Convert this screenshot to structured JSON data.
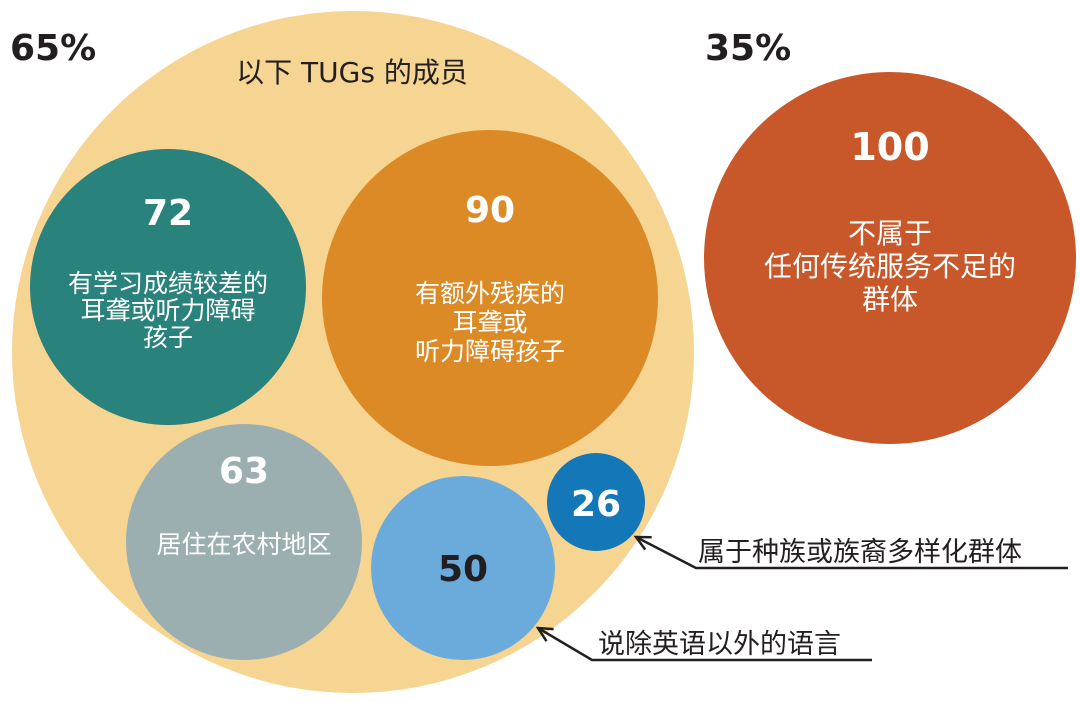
{
  "chart_data": {
    "type": "bubble",
    "title": "",
    "group_shares": [
      {
        "label": "65%",
        "group": "tug_members"
      },
      {
        "label": "35%",
        "group": "not_underserved"
      }
    ],
    "container_label": "以下 TUGs 的成员",
    "bubbles": [
      {
        "id": "academic",
        "value": 72,
        "label_lines": [
          "有学习成绩较差的",
          "耳聋或听力障碍",
          "孩子"
        ],
        "color": "#2A827D",
        "text_color": "#FFFFFF",
        "group": "tug_members"
      },
      {
        "id": "disability",
        "value": 90,
        "label_lines": [
          "有额外残疾的",
          "耳聋或",
          "听力障碍孩子"
        ],
        "color": "#DC8A26",
        "text_color": "#FFFFFF",
        "group": "tug_members"
      },
      {
        "id": "rural",
        "value": 63,
        "label_lines": [
          "居住在农村地区"
        ],
        "color": "#9CAFB0",
        "text_color": "#FFFFFF",
        "group": "tug_members"
      },
      {
        "id": "language",
        "value": 50,
        "label_lines": [],
        "callout": "说除英语以外的语言",
        "color": "#6AABDB",
        "text_color": "#231F20",
        "group": "tug_members"
      },
      {
        "id": "ethnic",
        "value": 26,
        "label_lines": [],
        "callout": "属于种族或族裔多样化群体",
        "color": "#1478B8",
        "text_color": "#FFFFFF",
        "group": "tug_members"
      },
      {
        "id": "none",
        "value": 100,
        "label_lines": [
          "不属于",
          "任何传统服务不足的",
          "群体"
        ],
        "color": "#C8572A",
        "text_color": "#FFFFFF",
        "group": "not_underserved"
      }
    ],
    "container_color": "#F6D491"
  }
}
